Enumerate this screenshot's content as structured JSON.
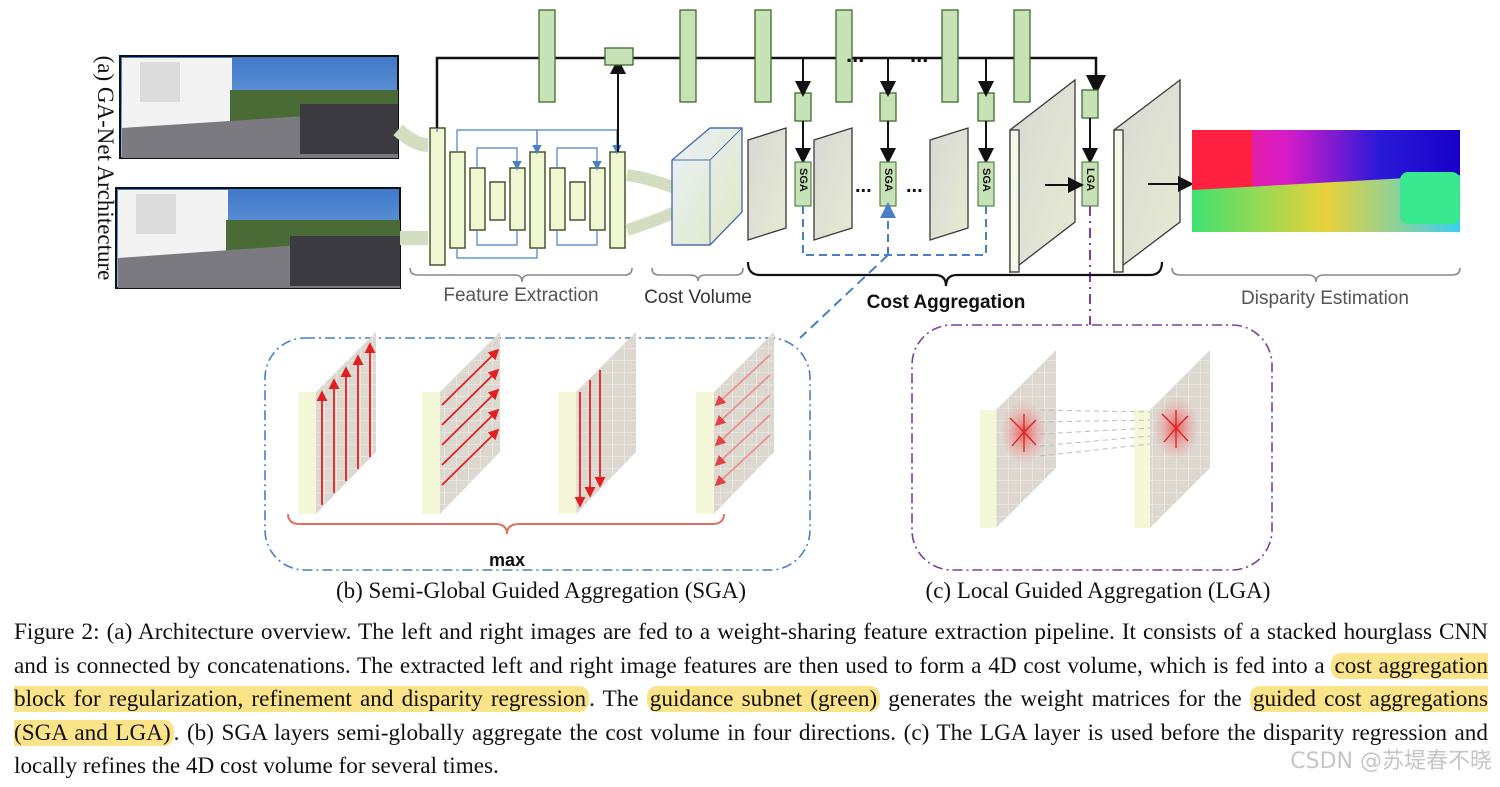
{
  "diagram": {
    "side_label": "(a) GA-Net Architecture",
    "sections": {
      "feature_extraction": "Feature Extraction",
      "cost_volume": "Cost Volume",
      "cost_aggregation": "Cost Aggregation",
      "disparity_estimation": "Disparity Estimation"
    },
    "sga_block_label": "SGA",
    "lga_block_label": "LGA",
    "ellipsis": "...",
    "max_label": "max",
    "panel_b_title": "(b) Semi-Global Guided Aggregation (SGA)",
    "panel_c_title": "(c) Local Guided Aggregation (LGA)",
    "colors": {
      "guidance_green": "#c7e2b6",
      "feature_yellow": "#eff7d2",
      "sga_blue": "#4a7fc8",
      "lga_purple": "#7b3fa0",
      "red_arrow": "#e02020"
    }
  },
  "caption": {
    "p1": "Figure 2:  (a) Architecture overview.  The left and right images are fed to a weight-sharing feature extraction pipeline.  It consists of a stacked hourglass CNN and is connected by concatenations.  The extracted left and right image features are then used to form a 4D cost volume, which is fed into a ",
    "h1": "cost aggregation block for regularization, refinement and disparity regression",
    "p2": ". The ",
    "h2": "guidance subnet (green)",
    "p3": " generates the weight matrices for the ",
    "h3": "guided cost aggregations (SGA and LGA)",
    "p4": ". (b) SGA layers semi-globally aggregate the cost volume in four directions. (c) The LGA layer is used before the disparity regression and locally refines the 4D cost volume for several times."
  },
  "watermark": "CSDN @苏堤春不晓"
}
